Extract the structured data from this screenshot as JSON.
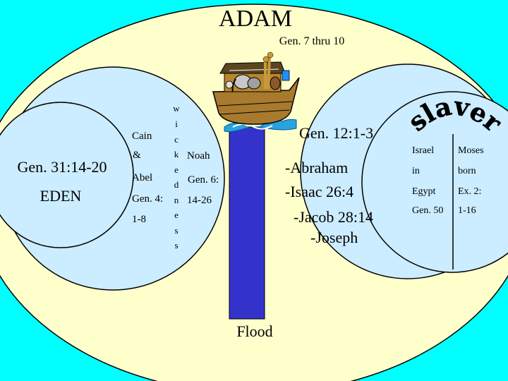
{
  "colors": {
    "background": "#00FFFF",
    "outer_oval": "#FFFFCC",
    "inner_circles": "#CCECFF",
    "flood_column": "#3333CC",
    "outline": "#000000"
  },
  "title": "ADAM",
  "subtitle": "Gen. 7 thru 10",
  "left_circle": {
    "line1": "Gen. 31:14-20",
    "line2": "EDEN"
  },
  "cain_abel": {
    "l1": "Cain",
    "l2": "&",
    "l3": "Abel",
    "l4": "Gen. 4:",
    "l5": "1-8"
  },
  "wickedness_letters": [
    "w",
    "i",
    "c",
    "k",
    "e",
    "d",
    "n",
    "e",
    "s",
    "s"
  ],
  "noah": {
    "l1": "Noah",
    "l2": "Gen. 6:",
    "l3": "14-26"
  },
  "ark": {
    "icon": "noahs-ark-icon"
  },
  "flood_label": "Flood",
  "patriarchs": {
    "heading": "Gen. 12:1-3",
    "l1": "-Abraham",
    "l2": "-Isaac 26:4",
    "l3": "-Jacob 28:14",
    "l4": "-Joseph"
  },
  "slavery": {
    "title": "slavery",
    "left": [
      "Israel",
      "in",
      "Egypt",
      "Gen. 50"
    ],
    "right": [
      "Moses",
      "born",
      "Ex. 2:",
      "1-16"
    ]
  }
}
